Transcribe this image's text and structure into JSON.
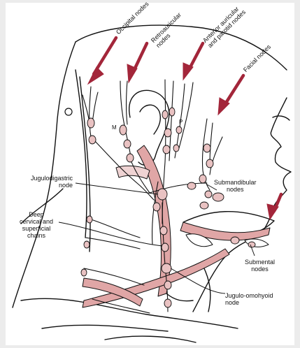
{
  "labels": {
    "occipital": "Occipital nodes",
    "retroauricular": "Retroauricular\nnodes",
    "anterior_auricular": "Anterior auricular\nand parotid nodes",
    "facial": "Facial nodes",
    "jugulodigastric": "Jugulodigastric\nnode",
    "deep_cervical": "Deep\ncervical and\nsuperficial\nchains",
    "submandibular": "Submandibular\nnodes",
    "submental": "Submental\nnodes",
    "jugulo_omohyoid": "Jugulo-omohyoid\nnode"
  },
  "muscle_letters": {
    "masseter": "M",
    "parotid": "P"
  },
  "colors": {
    "arrow": "#a3263a",
    "muscle": "#e0a6a6",
    "node": "#e9c2c2",
    "ink": "#111111",
    "background": "#ffffff"
  }
}
